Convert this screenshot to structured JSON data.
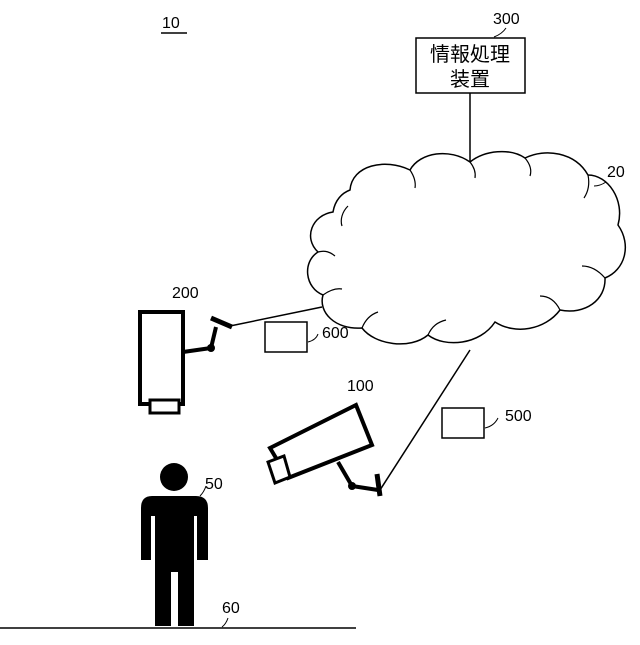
{
  "figure": {
    "system_label": "10",
    "network_label": "20",
    "server_label": "300",
    "server_box": {
      "line1": "情報処理",
      "line2": "装置"
    },
    "camera_top_label": "200",
    "camera_bottom_label": "100",
    "data_box_top_label": "600",
    "data_box_bottom_label": "500",
    "person_label": "50",
    "ground_label": "60"
  }
}
